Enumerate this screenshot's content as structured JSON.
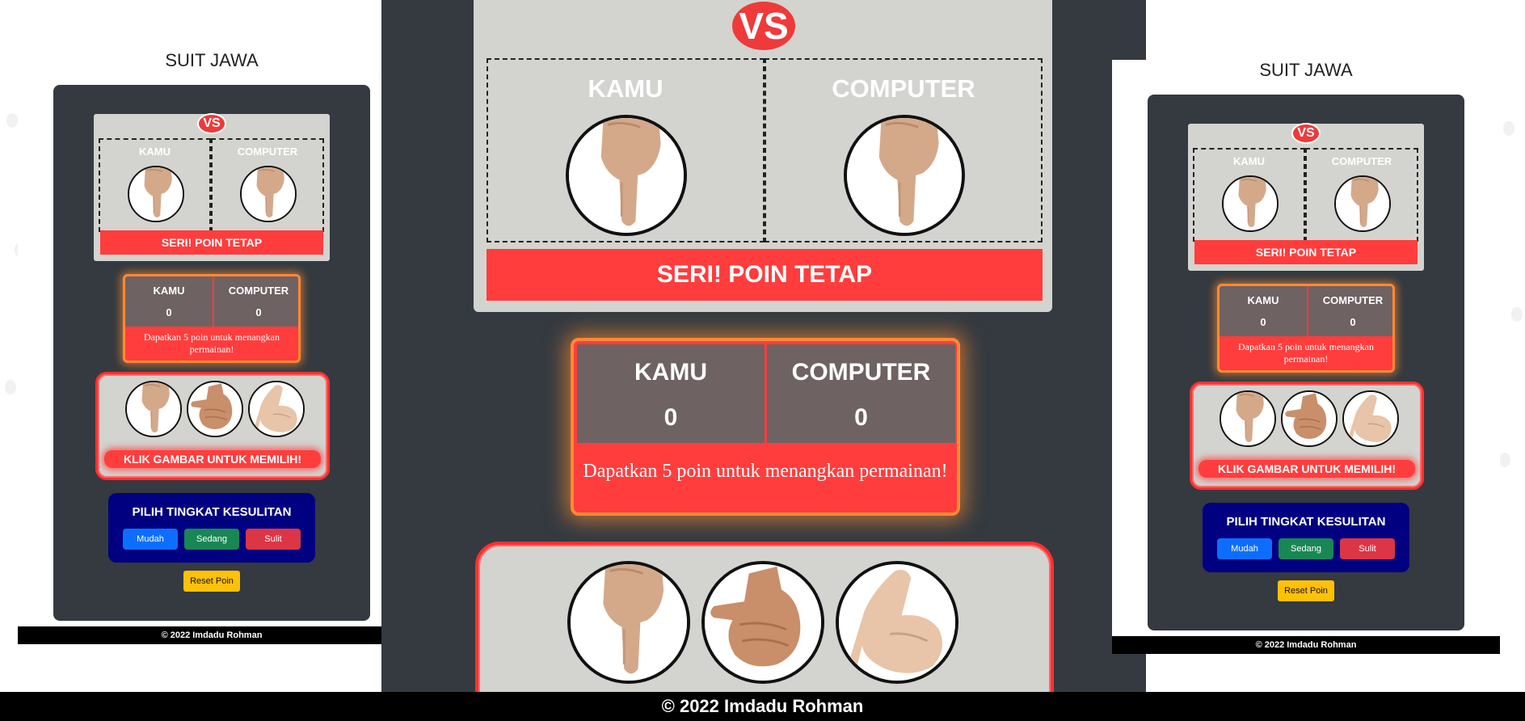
{
  "game": {
    "title": "SUIT JAWA",
    "vs": "VS",
    "player_label": "KAMU",
    "computer_label": "COMPUTER",
    "result": "SERI! POIN TETAP",
    "score_player_label": "KAMU",
    "score_computer_label": "COMPUTER",
    "score_player": "0",
    "score_computer": "0",
    "target_message": "Dapatkan 5 poin untuk menangkan permainan!",
    "choose_prompt": "KLIK GAMBAR UNTUK MEMILIH!",
    "choices": [
      "semut",
      "gajah",
      "orang"
    ],
    "difficulty_title": "PILIH TINGKAT KESULITAN",
    "difficulty_easy": "Mudah",
    "difficulty_medium": "Sedang",
    "difficulty_hard": "Sulit",
    "reset_label": "Reset Poin",
    "footer": "© 2022 Imdadu Rohman"
  },
  "colors": {
    "accent_red": "#ff3d3d",
    "glow_orange": "#ff8a33",
    "dark_panel": "#343a40",
    "arena_gray": "#d3d3cf",
    "score_brown": "#6e6263",
    "level_navy": "#000080",
    "btn_easy": "#0d6efd",
    "btn_medium": "#198754",
    "btn_hard": "#dc3545",
    "btn_reset": "#ffc107"
  },
  "icons": {
    "semut": "pinky-finger-hand-icon",
    "gajah": "thumb-fist-hand-icon",
    "orang": "index-finger-hand-icon"
  }
}
